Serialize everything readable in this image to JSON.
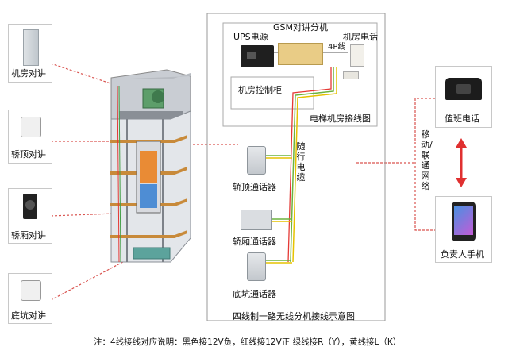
{
  "left_devices": [
    {
      "label": "机房对讲"
    },
    {
      "label": "轿顶对讲"
    },
    {
      "label": "轿厢对讲"
    },
    {
      "label": "底坑对讲"
    }
  ],
  "machine_room": {
    "ups": "UPS电源",
    "gsm": "GSM对讲分机",
    "phone": "机房电话",
    "four_wire": "4P线",
    "control_cabinet": "机房控制柜",
    "section_title": "电梯机房接线图"
  },
  "trailing_cable": "随行电缆",
  "intercoms": [
    {
      "label": "轿顶通话器"
    },
    {
      "label": "轿厢通话器"
    },
    {
      "label": "底坑通话器"
    }
  ],
  "diagram_title": "四线制一路无线分机接线示意图",
  "right": {
    "duty_phone": "值班电话",
    "network": "移动/联通网络",
    "mobile": "负责人手机"
  },
  "note": "注：4线接线对应说明：黑色接12V负，红线接12V正  绿线接R（Y），黄线接L（K）",
  "colors": {
    "dash": "#d9534f",
    "red_arrow": "#e03030",
    "wire_green": "#6cb33f",
    "wire_yellow": "#e6c200"
  }
}
